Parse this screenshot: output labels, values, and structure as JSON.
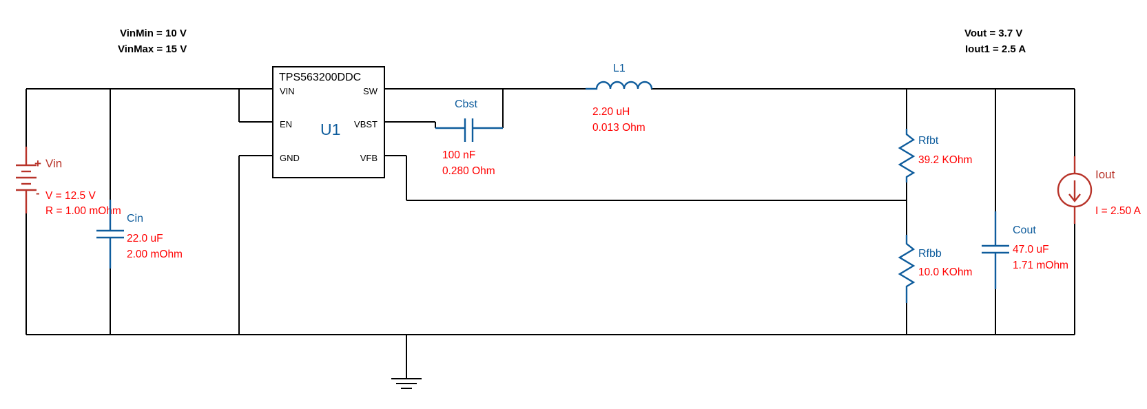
{
  "header": {
    "vin_min": "VinMin = 10 V",
    "vin_max": "VinMax = 15 V",
    "vout": "Vout = 3.7 V",
    "iout1": "Iout1 = 2.5 A"
  },
  "chip": {
    "part": "TPS563200DDC",
    "ref": "U1",
    "pins": {
      "vin": "VIN",
      "en": "EN",
      "gnd": "GND",
      "sw": "SW",
      "vbst": "VBST",
      "vfb": "VFB"
    }
  },
  "components": {
    "vin": {
      "name": "Vin",
      "plus": "+",
      "minus": "-",
      "voltage": "V = 12.5 V",
      "resistance": "R = 1.00 mOhm"
    },
    "cin": {
      "name": "Cin",
      "capacitance": "22.0 uF",
      "esr": "2.00 mOhm"
    },
    "cbst": {
      "name": "Cbst",
      "capacitance": "100 nF",
      "esr": "0.280 Ohm"
    },
    "l1": {
      "name": "L1",
      "inductance": "2.20 uH",
      "dcr": "0.013 Ohm"
    },
    "rfbt": {
      "name": "Rfbt",
      "resistance": "39.2 KOhm"
    },
    "rfbb": {
      "name": "Rfbb",
      "resistance": "10.0 KOhm"
    },
    "cout": {
      "name": "Cout",
      "capacitance": "47.0 uF",
      "esr": "1.71 mOhm"
    },
    "iout": {
      "name": "Iout",
      "current": "I = 2.50 A"
    }
  },
  "colors": {
    "component": "#0e5c9c",
    "source": "#b8342a",
    "value": "#ff0000",
    "wire": "#000000"
  },
  "icons": {
    "ground": "ground-icon"
  }
}
